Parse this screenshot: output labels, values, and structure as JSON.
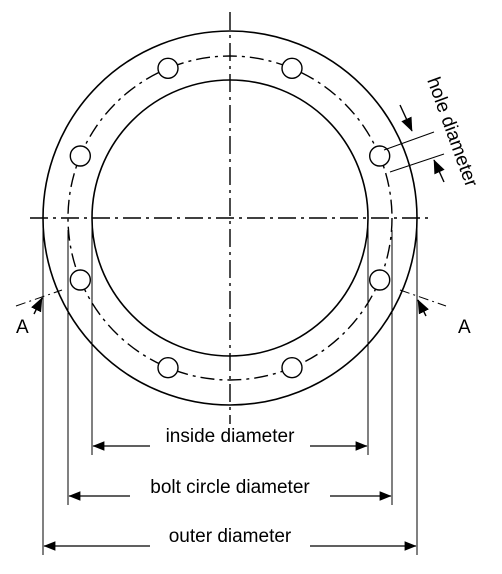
{
  "labels": {
    "inside_diameter": "inside diameter",
    "bolt_circle_diameter": "bolt circle diameter",
    "outer_diameter": "outer diameter",
    "hole_diameter": "hole diameter",
    "section_left": "A",
    "section_right": "A"
  },
  "flange": {
    "bolt_hole_count": 8
  },
  "colors": {
    "line": "#000000",
    "background": "#ffffff"
  }
}
